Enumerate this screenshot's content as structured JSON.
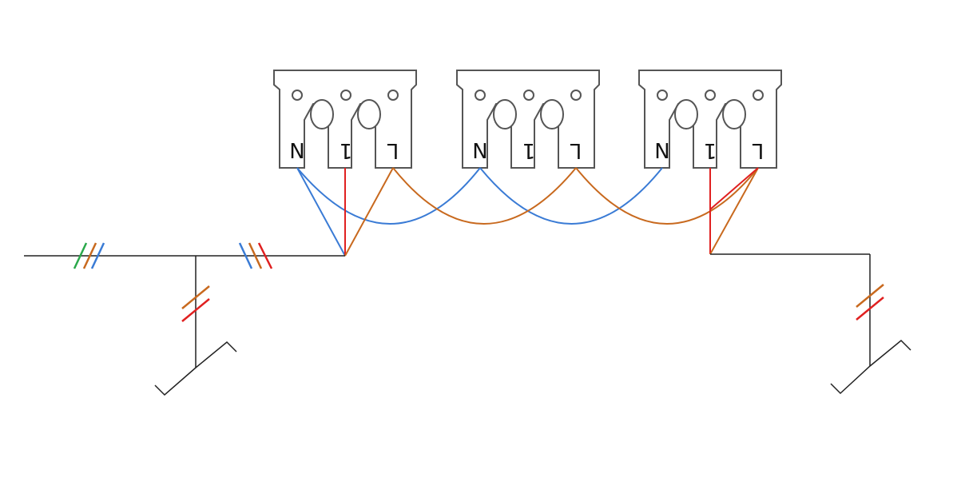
{
  "colors": {
    "neutral": "#3a7bd5",
    "live": "#c8691e",
    "switched_live": "#e02020",
    "earth": "#2aa84a",
    "line": "#222222",
    "block_stroke": "#555555"
  },
  "terminal_blocks": [
    {
      "terminals": [
        {
          "label": "N"
        },
        {
          "label": "1"
        },
        {
          "label": "L"
        }
      ]
    },
    {
      "terminals": [
        {
          "label": "N"
        },
        {
          "label": "1"
        },
        {
          "label": "L"
        }
      ]
    },
    {
      "terminals": [
        {
          "label": "N"
        },
        {
          "label": "1"
        },
        {
          "label": "L"
        }
      ]
    }
  ],
  "cable_markers": [
    {
      "wires": [
        "earth",
        "live",
        "neutral"
      ]
    },
    {
      "wires": [
        "neutral",
        "live",
        "switched_live"
      ]
    },
    {
      "wires": [
        "live",
        "switched_live"
      ]
    },
    {
      "wires": [
        "live",
        "switched_live"
      ]
    }
  ],
  "switches": [
    {
      "icon": "switch-icon"
    },
    {
      "icon": "switch-icon"
    }
  ]
}
